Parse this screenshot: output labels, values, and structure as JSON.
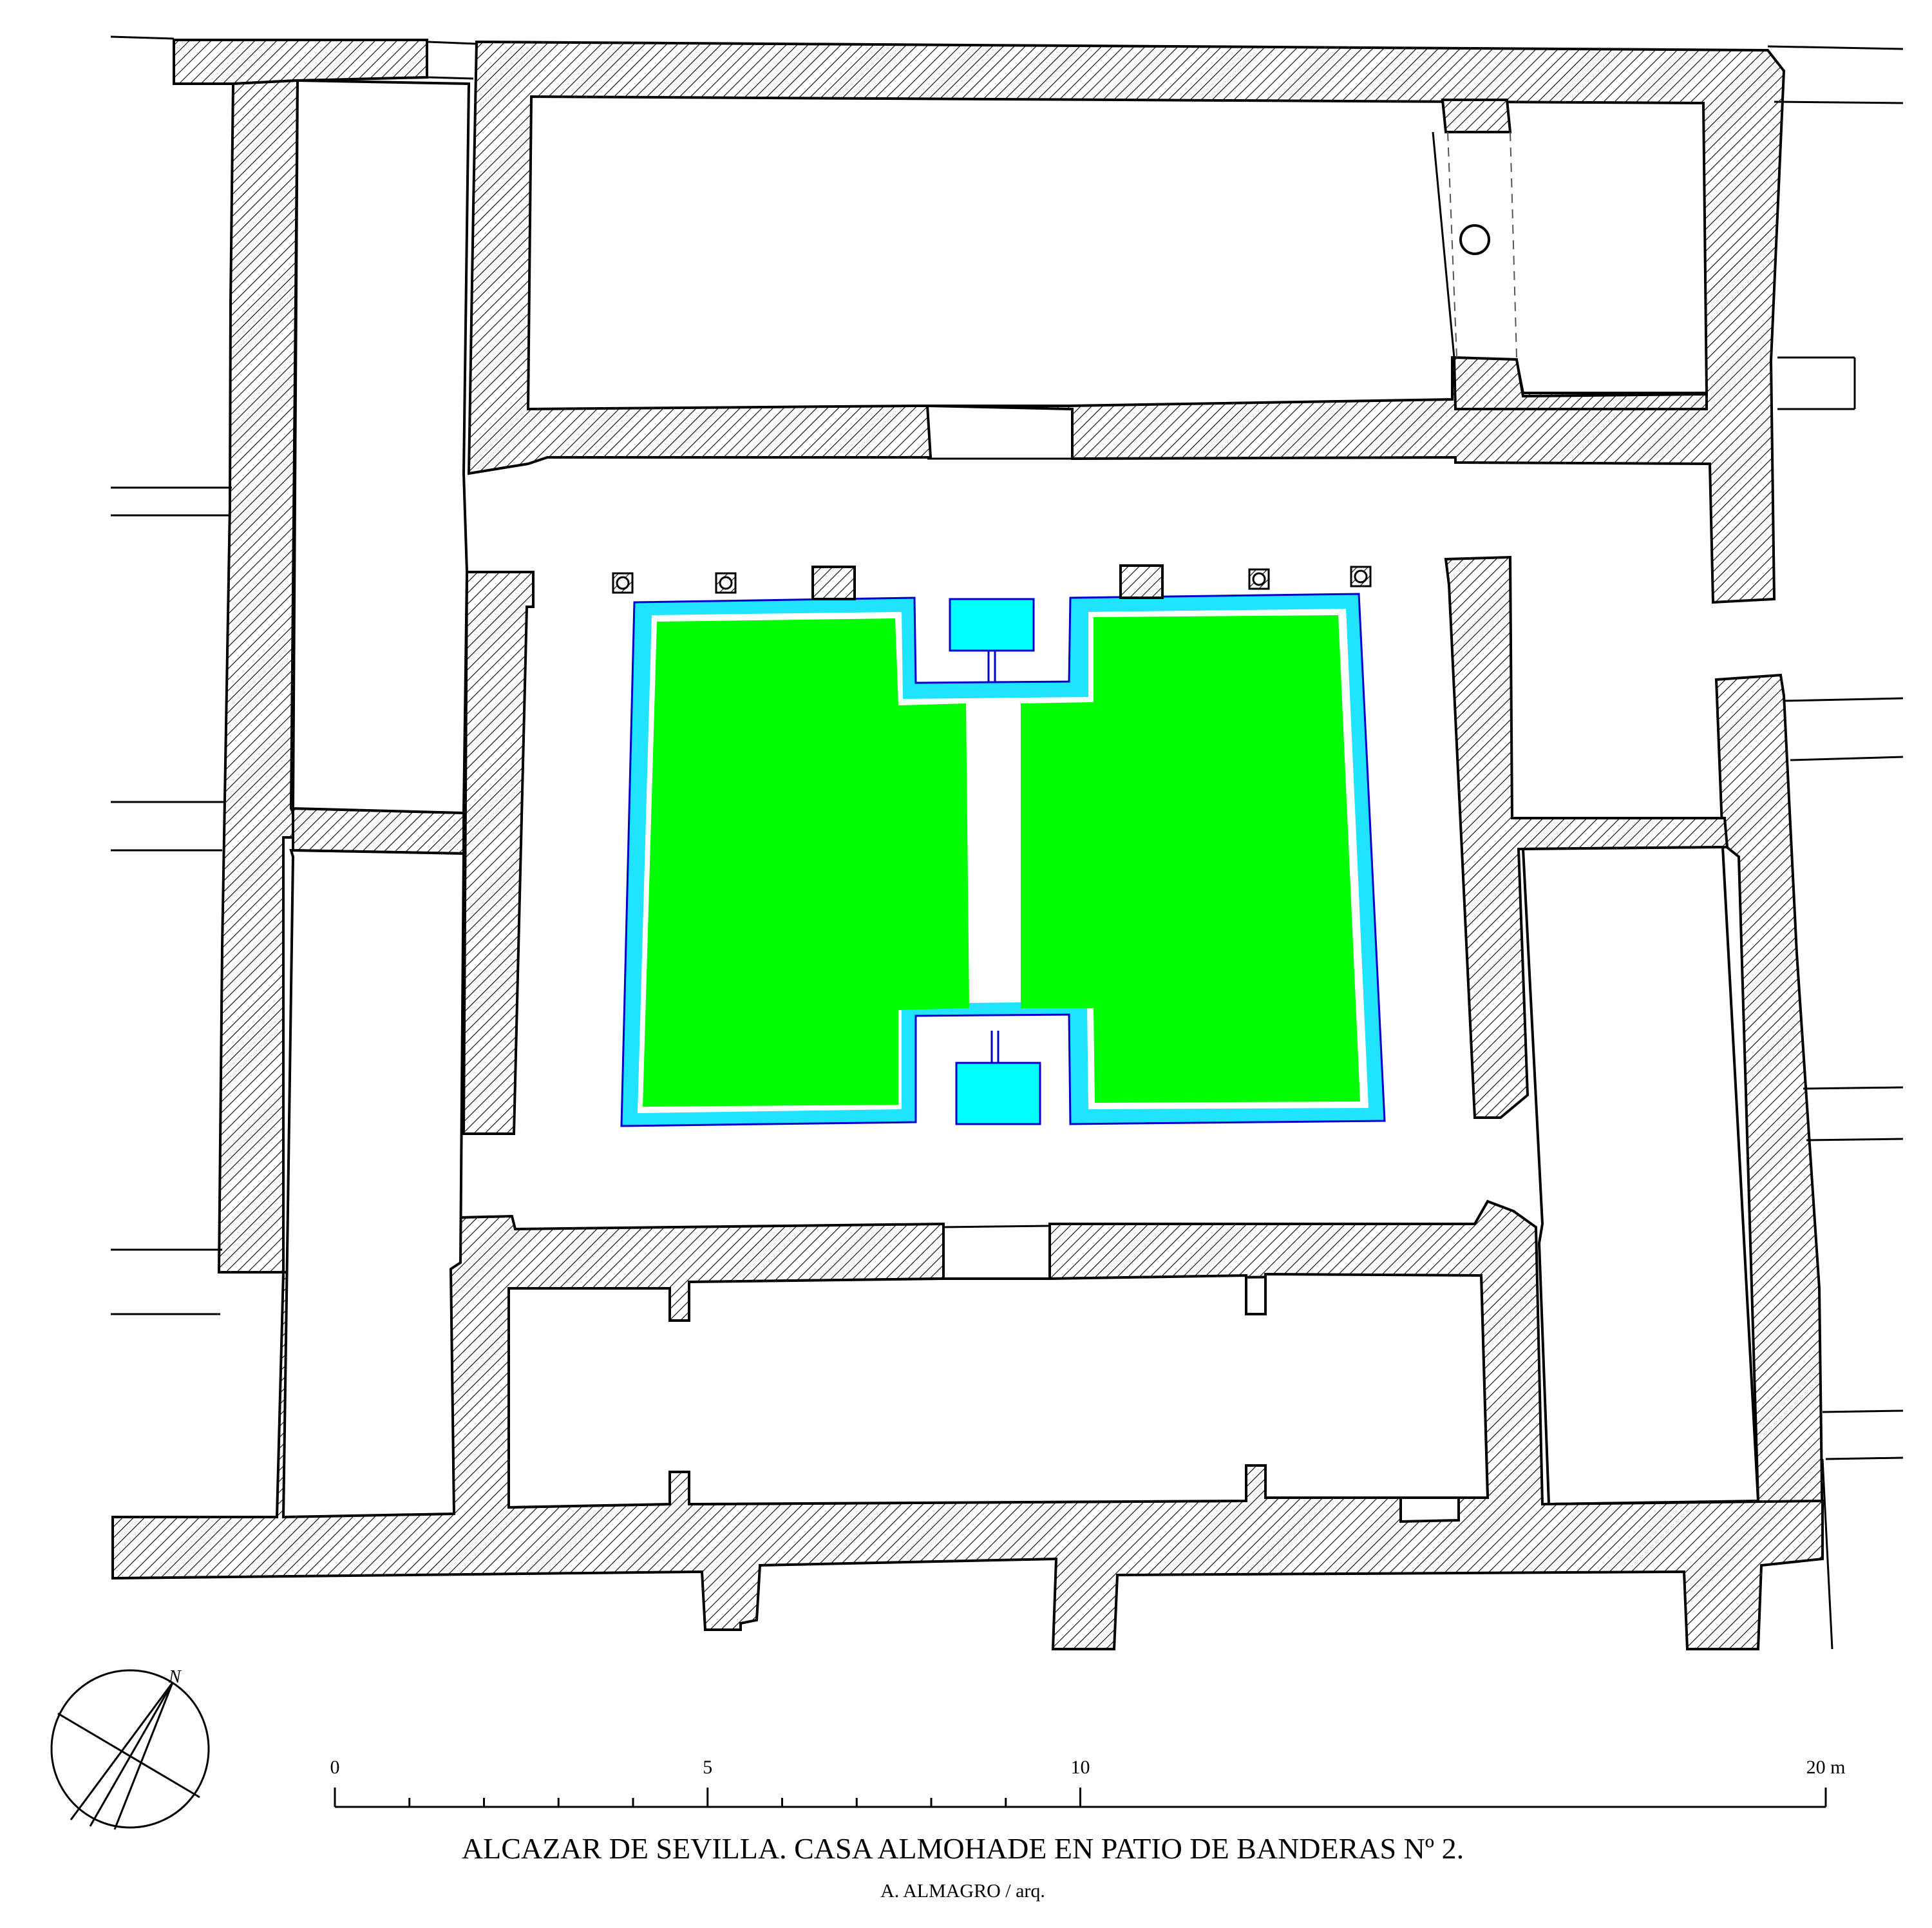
{
  "title": "ALCAZAR DE SEVILLA. CASA ALMOHADE EN PATIO DE BANDERAS Nº 2.",
  "author": "A. ALMAGRO / arq.",
  "north_label": "N",
  "scale_bar": {
    "labels": [
      {
        "value": 0,
        "text": "0"
      },
      {
        "value": 5,
        "text": "5"
      },
      {
        "value": 10,
        "text": "10"
      },
      {
        "value": 20,
        "text": "20 m"
      }
    ],
    "max_value": 20,
    "minor_tick_every": 1,
    "minor_ticks_until": 10
  },
  "colors": {
    "wall_hatch": "#000000",
    "garden": "#00ff00",
    "water_channel": "#1fe3ff",
    "pool": "#00ffff",
    "outline_blue": "#0000cc"
  }
}
